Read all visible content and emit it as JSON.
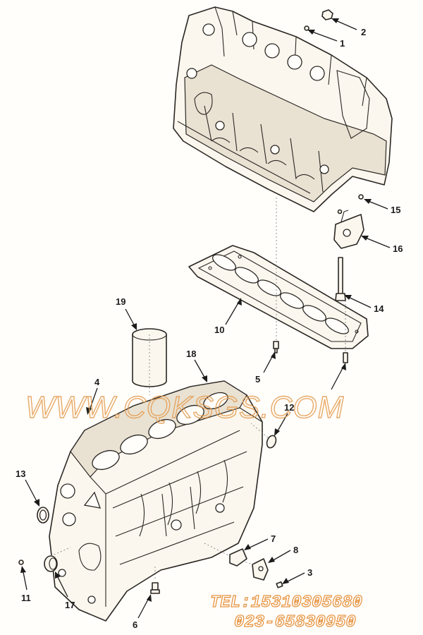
{
  "callouts": [
    {
      "number": "1"
    },
    {
      "number": "2"
    },
    {
      "number": "3"
    },
    {
      "number": "4"
    },
    {
      "number": "5"
    },
    {
      "number": "6"
    },
    {
      "number": "7"
    },
    {
      "number": "8"
    },
    {
      "number": "10"
    },
    {
      "number": "11"
    },
    {
      "number": "12"
    },
    {
      "number": "13"
    },
    {
      "number": "14"
    },
    {
      "number": "15"
    },
    {
      "number": "16"
    },
    {
      "number": "17"
    },
    {
      "number": "18"
    },
    {
      "number": "19"
    }
  ],
  "watermark": {
    "site": "WWW.CQKSGS.COM",
    "tel": "TEL:15310305680",
    "phone": "023-65830950"
  },
  "colors": {
    "watermark": "#e59b4e",
    "line": "#2a2622"
  }
}
